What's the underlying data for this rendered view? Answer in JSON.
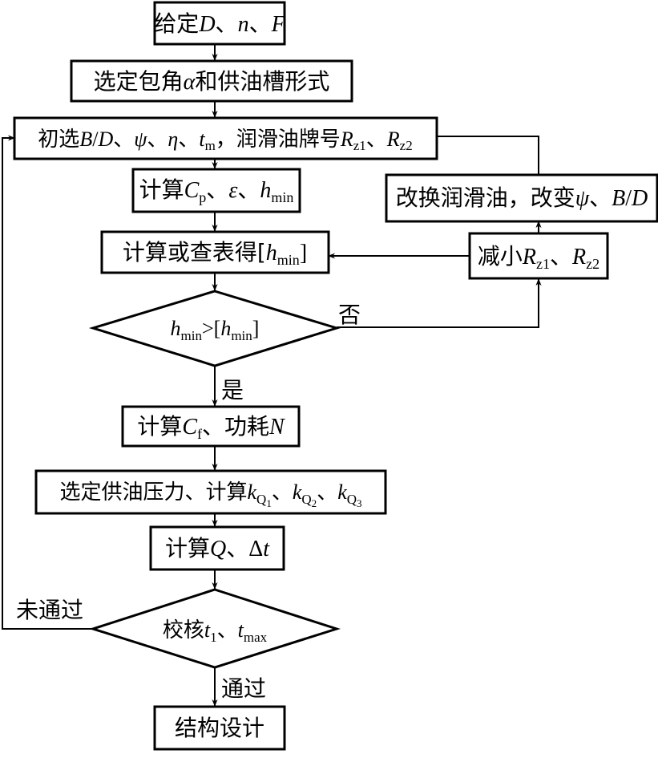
{
  "boxes": {
    "given": {
      "pre": "给定",
      "v1": "D",
      "s1": "、",
      "v2": "n",
      "s2": "、",
      "v3": "F"
    },
    "wrap": {
      "text": "选定包角",
      "v1": "α",
      "post": "和供油槽形式"
    },
    "init": {
      "pre": "初选",
      "v1": "B",
      "slash": "/",
      "v2": "D",
      "s1": "、",
      "v3": "ψ",
      "s2": "、",
      "v4": "η",
      "s3": "、",
      "v5": "t",
      "sub5": "m",
      "mid": "，润滑油牌号",
      "v6": "R",
      "sub6": "z1",
      "s4": "、",
      "v7": "R",
      "sub7": "z2"
    },
    "calc1": {
      "pre": "计算",
      "v1": "C",
      "sub1": "p",
      "s1": "、",
      "v2": "ε",
      "s2": "、",
      "v3": "h",
      "sub3": "min"
    },
    "lookup": {
      "pre": "计算或查表得[",
      "v1": "h",
      "sub1": "min",
      "post": "]"
    },
    "decision1": {
      "v1": "h",
      "sub1": "min",
      "op": ">[",
      "v2": "h",
      "sub2": "min",
      "post": "]"
    },
    "calc2": {
      "pre": "计算",
      "v1": "C",
      "sub1": "f",
      "s1": "、功耗",
      "v2": "N"
    },
    "pressure": {
      "pre": "选定供油压力、计算",
      "v1": "k",
      "sub1": "Q",
      "subsub1": "1",
      "s1": "、",
      "v2": "k",
      "sub2": "Q",
      "subsub2": "2",
      "s2": "、",
      "v3": "k",
      "sub3": "Q",
      "subsub3": "3"
    },
    "calc3": {
      "pre": "计算",
      "v1": "Q",
      "s1": "、Δ",
      "v2": "t"
    },
    "decision2": {
      "pre": "校核",
      "v1": "t",
      "sub1": "1",
      "s1": "、",
      "v2": "t",
      "sub2": "max"
    },
    "design": {
      "text": "结构设计"
    },
    "change_oil": {
      "pre": "改换润滑油，改变",
      "v1": "ψ",
      "s1": "、",
      "v2": "B",
      "slash": "/",
      "v3": "D"
    },
    "reduce": {
      "pre": "减小",
      "v1": "R",
      "sub1": "z1",
      "s1": "、",
      "v2": "R",
      "sub2": "z2"
    }
  },
  "labels": {
    "no": "否",
    "yes": "是",
    "fail": "未通过",
    "pass": "通过"
  }
}
